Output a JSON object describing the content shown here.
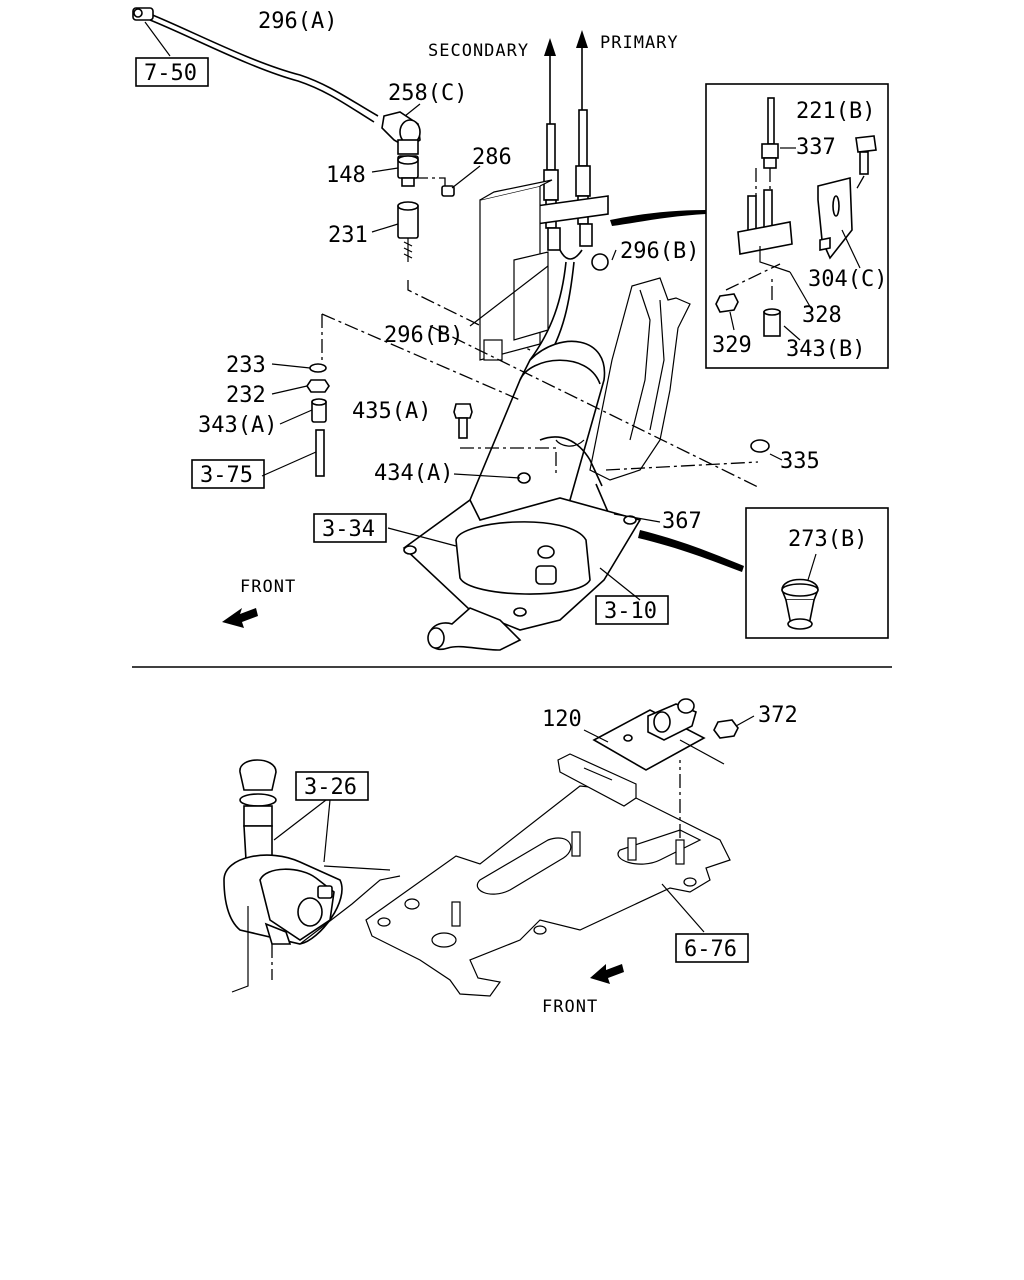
{
  "labels": {
    "l296a": "296(A)",
    "l7_50": "7-50",
    "l258c": "258(C)",
    "l286": "286",
    "l148": "148",
    "l231": "231",
    "l296b_right": "296(B)",
    "l296b_mid": "296(B)",
    "l233": "233",
    "l232": "232",
    "l343a": "343(A)",
    "l3_75": "3-75",
    "l435a": "435(A)",
    "l434a": "434(A)",
    "l3_34": "3-34",
    "l3_10": "3-10",
    "l367": "367",
    "l335": "335",
    "l221b": "221(B)",
    "l337": "337",
    "l304c": "304(C)",
    "l328": "328",
    "l329": "329",
    "l343b": "343(B)",
    "l273b": "273(B)",
    "l120": "120",
    "l372": "372",
    "l3_26": "3-26",
    "l6_76": "6-76"
  },
  "directions": {
    "secondary": "SECONDARY",
    "primary": "PRIMARY",
    "front_top": "FRONT",
    "front_bottom": "FRONT"
  }
}
